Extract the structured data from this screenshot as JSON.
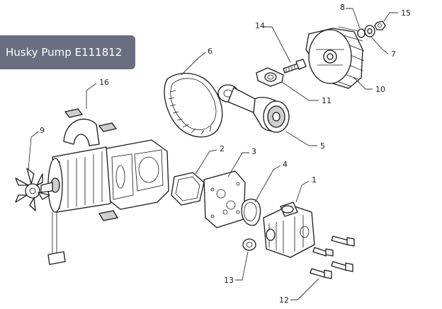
{
  "title": "Husky Pump E111812",
  "callouts": [
    "1",
    "2",
    "3",
    "4",
    "5",
    "6",
    "7",
    "8",
    "9",
    "10",
    "11",
    "12",
    "13",
    "15",
    "16"
  ],
  "callout_14": "14"
}
